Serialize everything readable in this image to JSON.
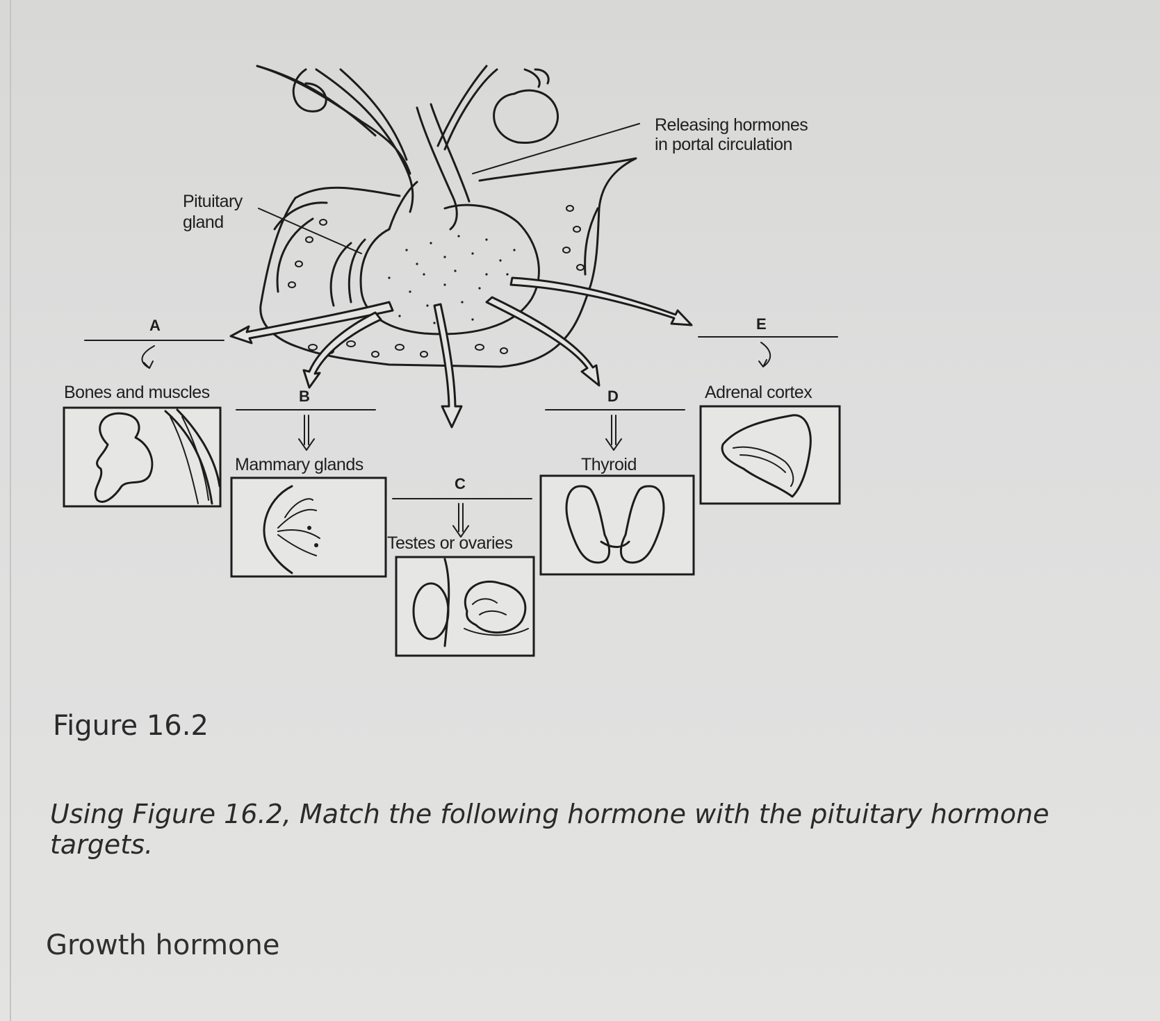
{
  "diagram": {
    "labels": {
      "pituitary": [
        "Pituitary",
        "gland"
      ],
      "releasing": [
        "Releasing hormones",
        "in portal circulation"
      ],
      "letter_a": "A",
      "letter_b": "B",
      "letter_c": "C",
      "letter_d": "D",
      "letter_e": "E",
      "bones": "Bones and muscles",
      "mammary": "Mammary glands",
      "testes": "Testes or ovaries",
      "thyroid": "Thyroid",
      "adrenal": "Adrenal cortex"
    }
  },
  "figure_caption": "Figure 16.2",
  "question": "Using Figure 16.2, Match the following hormone with the pituitary hormone targets.",
  "answer_item": "Growth hormone"
}
